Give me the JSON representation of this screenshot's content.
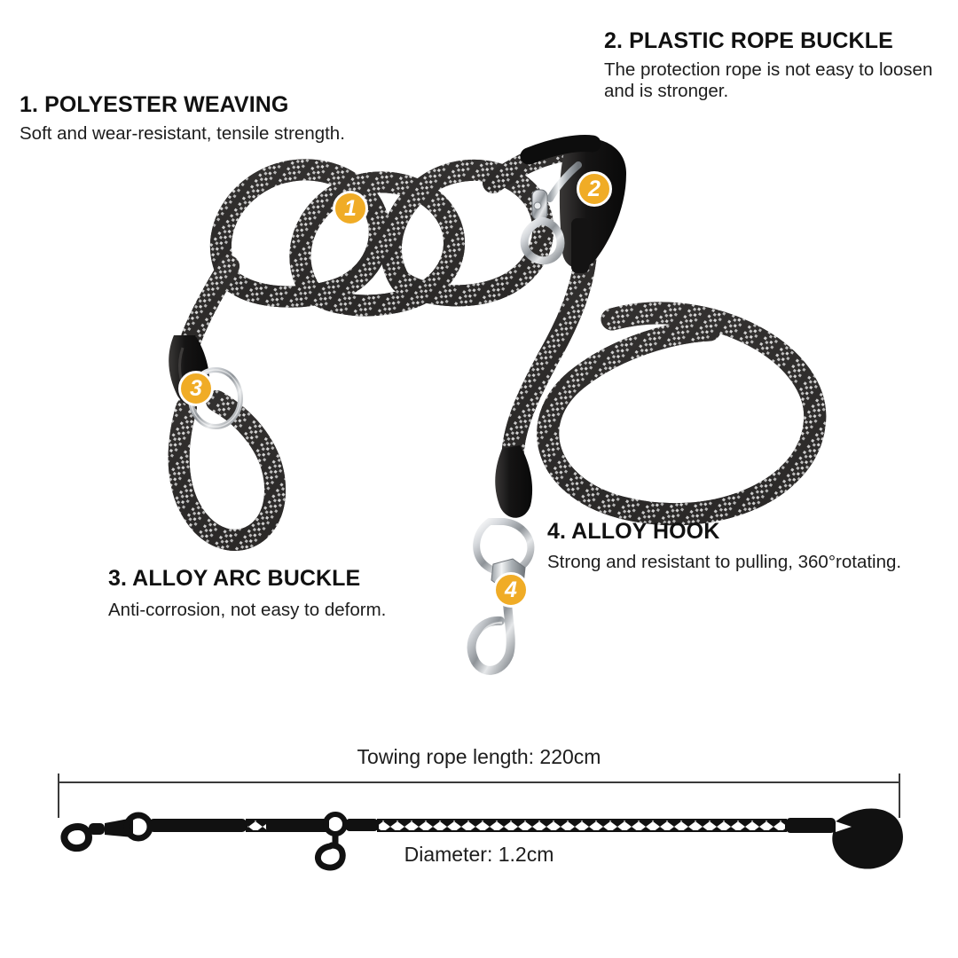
{
  "page": {
    "background_color": "#ffffff",
    "accent_color": "#F0AC26",
    "rope_color": "#2e2c2b",
    "metal_color": "#c9ccd1"
  },
  "features": [
    {
      "number": "1",
      "title": "1. POLYESTER WEAVING",
      "description": "Soft and wear-resistant, tensile strength."
    },
    {
      "number": "2",
      "title": "2. PLASTIC ROPE BUCKLE",
      "description": "The protection rope is not easy to loosen and is stronger."
    },
    {
      "number": "3",
      "title": "3. ALLOY ARC BUCKLE",
      "description": "Anti-corrosion, not easy to deform."
    },
    {
      "number": "4",
      "title": "4. ALLOY HOOK",
      "description": "Strong and resistant to pulling, 360°rotating."
    }
  ],
  "dimensions": {
    "length_label": "Towing rope length: 220cm",
    "diameter_label": "Diameter: 1.2cm"
  }
}
